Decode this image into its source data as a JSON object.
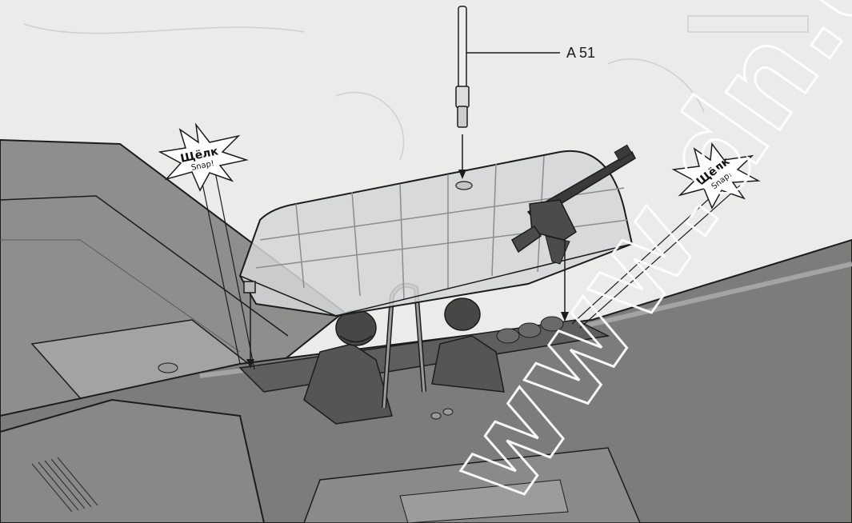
{
  "instruction": {
    "part_label": "A 51",
    "callouts": [
      {
        "ru": "Щёлк",
        "en": "Snap!"
      },
      {
        "ru": "Щёлк",
        "en": "Snap!"
      }
    ]
  },
  "watermark": {
    "text": "www.dn.ua"
  },
  "colors": {
    "paper": "#ebebea",
    "airframe": "#8e8e8d",
    "airframe_dark": "#6e6e6d",
    "canopy": "#d4d6d8",
    "line": "#1c1c1c",
    "watermark": "#ffffff"
  }
}
